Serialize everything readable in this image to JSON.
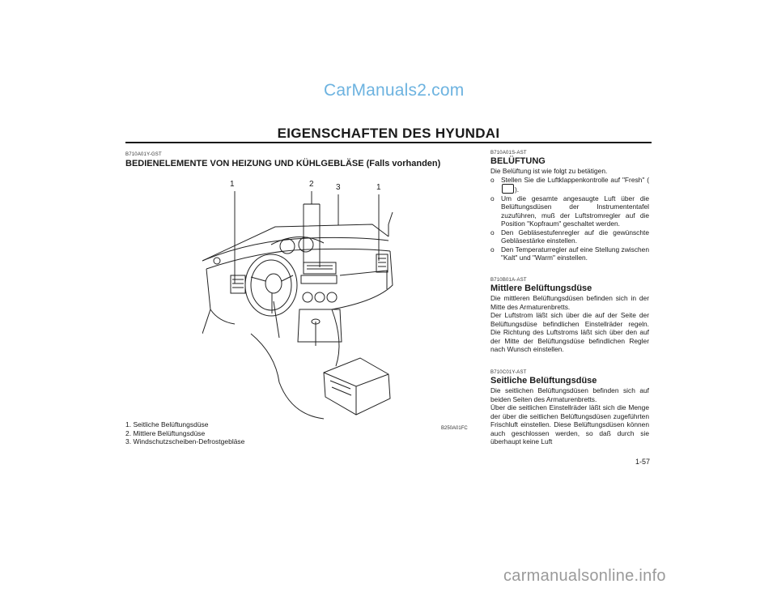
{
  "watermark_top": "CarManuals2.com",
  "header": {
    "title": "EIGENSCHAFTEN DES HYUNDAI"
  },
  "left": {
    "code": "B710A01Y-GST",
    "heading": "BEDIENELEMENTE VON HEIZUNG UND KÜHLGEBLÄSE (Falls vorhanden)",
    "illustration": {
      "callouts": [
        "1",
        "2",
        "3",
        "1"
      ],
      "figure_code": "B250A01FC"
    },
    "legend": [
      "1.  Seitliche Belüftungsdüse",
      "2.  Mittlere Belüftungsdüse",
      "3.  Windschutzscheiben-Defrostgebläse"
    ]
  },
  "right": {
    "s1": {
      "code": "B710A01S-AST",
      "heading": "BELÜFTUNG",
      "intro": "Die Belüftung ist wie folgt zu betätigen.",
      "bullets": [
        {
          "mark": "o",
          "pre": "Stellen Sie die Luftklappenkontrolle auf \"Fresh\" (",
          "post": ")."
        },
        {
          "mark": "o",
          "text": "Um die gesamte angesaugte Luft über die Belüftungsdüsen der Instrumententafel zuzuführen, muß der Luftstromregler auf die Position \"Kopfraum\" geschaltet werden."
        },
        {
          "mark": "o",
          "text": "Den Gebläsestufenregler auf die gewünschte Gebläsestärke einstellen."
        },
        {
          "mark": "o",
          "text": "Den Temperaturregler auf eine Stellung zwischen \"Kalt\" und \"Warm\" einstellen."
        }
      ]
    },
    "s2": {
      "code": "B710B01A-AST",
      "heading": "Mittlere Belüftungsdüse",
      "body": "Die mittleren Belüftungsdüsen befinden sich in der Mitte des Armaturenbretts.\nDer Luftstrom läßt sich über die auf der Seite der Belüftungsdüse befindlichen Einstellräder regeln. Die Richtung des Luftstroms läßt sich über den auf der Mitte der Belüftungsdüse befindlichen Regler nach Wunsch einstellen."
    },
    "s3": {
      "code": "B710C01Y-AST",
      "heading": "Seitliche Belüftungsdüse",
      "body": "Die seitlichen Belüftungsdüsen befinden sich auf beiden Seiten des Armaturenbretts.\nÜber die seitlichen Einstellräder läßt sich die Menge der über die seitlichen Belüftungsdüsen zugeführten Frischluft einstellen. Diese Belüftungsdüsen können auch geschlossen werden, so daß durch sie überhaupt keine Luft"
    }
  },
  "page_number": "1-57",
  "watermark_bottom": "carmanualsonline.info"
}
